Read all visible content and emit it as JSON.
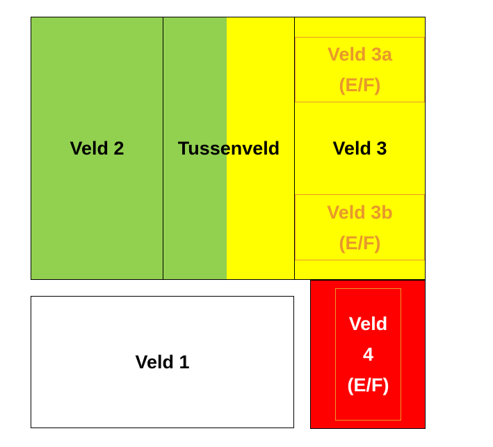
{
  "colors": {
    "green": "#92d050",
    "yellow": "#ffff00",
    "red": "#ff0000",
    "orange_text": "#e8982c",
    "black": "#000000",
    "white": "#ffffff"
  },
  "fields": {
    "veld2": "Veld 2",
    "tussenveld": "Tussenveld",
    "veld3": "Veld 3",
    "veld3a": "Veld 3a\n(E/F)",
    "veld3b": "Veld 3b\n(E/F)",
    "veld1": "Veld 1",
    "veld4": "Veld\n4\n(E/F)"
  }
}
